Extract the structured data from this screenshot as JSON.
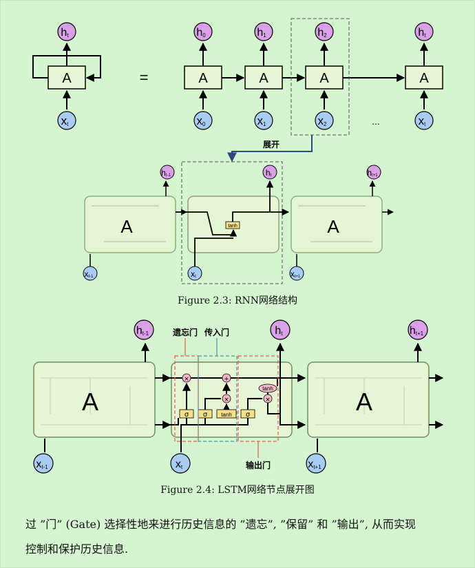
{
  "fig23": {
    "rolled": {
      "node": "A",
      "output": "h",
      "output_sub": "t",
      "input": "x",
      "input_sub": "t"
    },
    "equals": "=",
    "unrolled": [
      {
        "node": "A",
        "output": "h",
        "output_sub": "0",
        "input": "x",
        "input_sub": "0"
      },
      {
        "node": "A",
        "output": "h",
        "output_sub": "1",
        "input": "x",
        "input_sub": "1"
      },
      {
        "node": "A",
        "output": "h",
        "output_sub": "2",
        "input": "x",
        "input_sub": "2"
      },
      {
        "node": "A",
        "output": "h",
        "output_sub": "t",
        "input": "x",
        "input_sub": "t"
      }
    ],
    "ellipsis": "...",
    "expand_label": "展开",
    "detail": {
      "left": {
        "node": "A",
        "output": "h",
        "output_sub": "t-1",
        "input": "x",
        "input_sub": "t-1"
      },
      "middle": {
        "gate": "tanh",
        "output": "h",
        "output_sub": "t",
        "input": "x",
        "input_sub": "t"
      },
      "right": {
        "node": "A",
        "output": "h",
        "output_sub": "t+1",
        "input": "x",
        "input_sub": "t+1"
      }
    },
    "caption": "Figure 2.3: RNN网络结构"
  },
  "fig24": {
    "left": {
      "node": "A",
      "output": "h",
      "output_sub": "t-1",
      "input": "x",
      "input_sub": "t-1"
    },
    "right": {
      "node": "A",
      "output": "h",
      "output_sub": "t+1",
      "input": "x",
      "input_sub": "t+1"
    },
    "middle": {
      "output": "h",
      "output_sub": "t",
      "input": "x",
      "input_sub": "t"
    },
    "labels": {
      "forget": "遗忘门",
      "input": "传入门",
      "output": "输出门"
    },
    "ops": {
      "sigma": "σ",
      "tanh": "tanh",
      "times": "×",
      "plus": "+"
    },
    "caption": "Figure 2.4: LSTM网络节点展开图"
  },
  "paragraph": {
    "line1": "过 ”门” (Gate) 选择性地来进行历史信息的 ”遗忘”, ”保留” 和 ”输出”, 从而实现",
    "line2": "控制和保护历史信息."
  },
  "colors": {
    "background": "#d4f5cf",
    "cell": "#e6f5d4",
    "circle_out": "#d9a0e8",
    "circle_in": "#a9cdf2",
    "gate": "#f5e08a",
    "dashed_red": "#e05a4f",
    "dashed_blue": "#4a90a4",
    "expand_arrow": "#2c4a7a"
  }
}
